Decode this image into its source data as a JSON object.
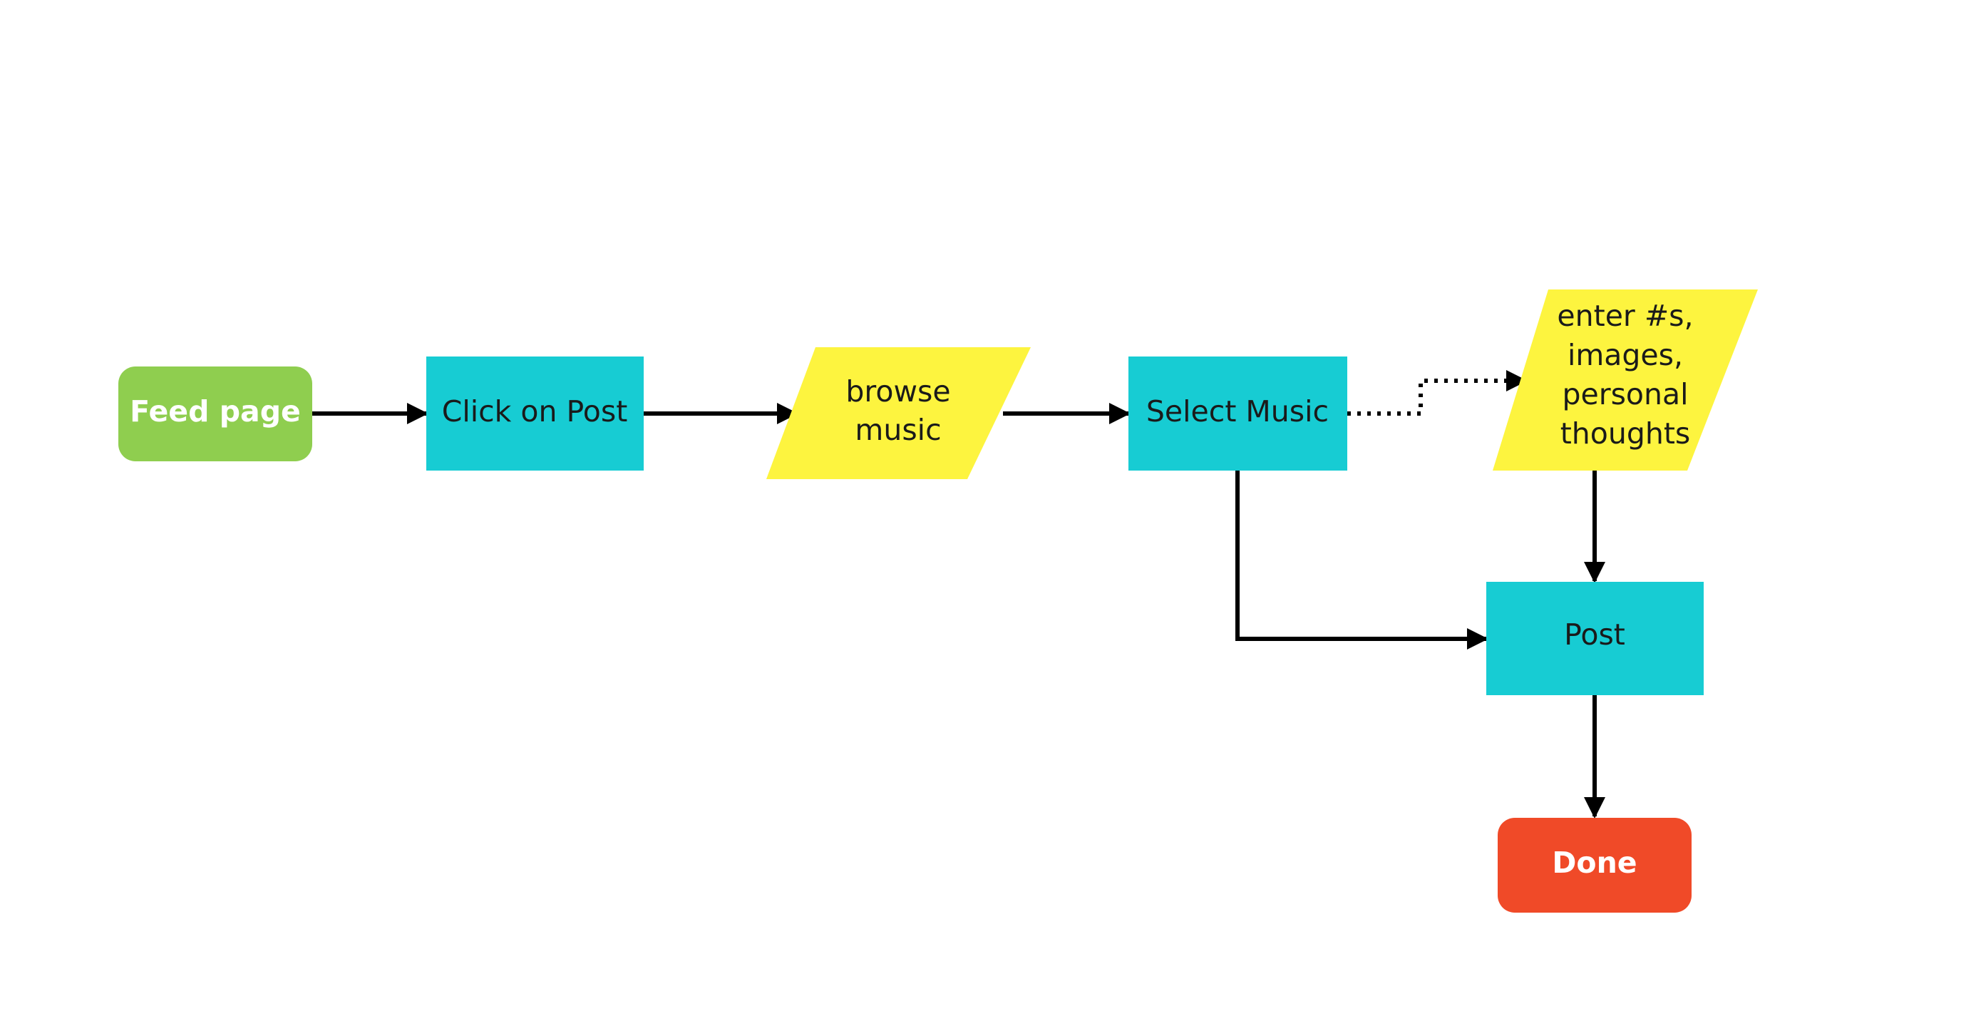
{
  "colors": {
    "terminal_start": "#8fce4f",
    "terminal_end": "#f04a28",
    "process": "#17ccd3",
    "input": "#fdf43f",
    "edge": "#000000"
  },
  "nodes": {
    "feed_page": {
      "lines": [
        "Feed page"
      ],
      "shape": "terminal-start"
    },
    "click_on_post": {
      "lines": [
        "Click on Post"
      ],
      "shape": "process"
    },
    "browse_music": {
      "lines": [
        "browse",
        "music"
      ],
      "shape": "input"
    },
    "select_music": {
      "lines": [
        "Select Music"
      ],
      "shape": "process"
    },
    "enter_details": {
      "lines": [
        "enter #s,",
        "images,",
        "personal",
        "thoughts"
      ],
      "shape": "input"
    },
    "post": {
      "lines": [
        "Post"
      ],
      "shape": "process"
    },
    "done": {
      "lines": [
        "Done"
      ],
      "shape": "terminal-end"
    }
  },
  "edges": [
    {
      "from": "feed_page",
      "to": "click_on_post",
      "style": "solid"
    },
    {
      "from": "click_on_post",
      "to": "browse_music",
      "style": "solid"
    },
    {
      "from": "browse_music",
      "to": "select_music",
      "style": "solid"
    },
    {
      "from": "select_music",
      "to": "enter_details",
      "style": "dotted"
    },
    {
      "from": "select_music",
      "to": "post",
      "style": "solid"
    },
    {
      "from": "enter_details",
      "to": "post",
      "style": "solid"
    },
    {
      "from": "post",
      "to": "done",
      "style": "solid"
    }
  ]
}
